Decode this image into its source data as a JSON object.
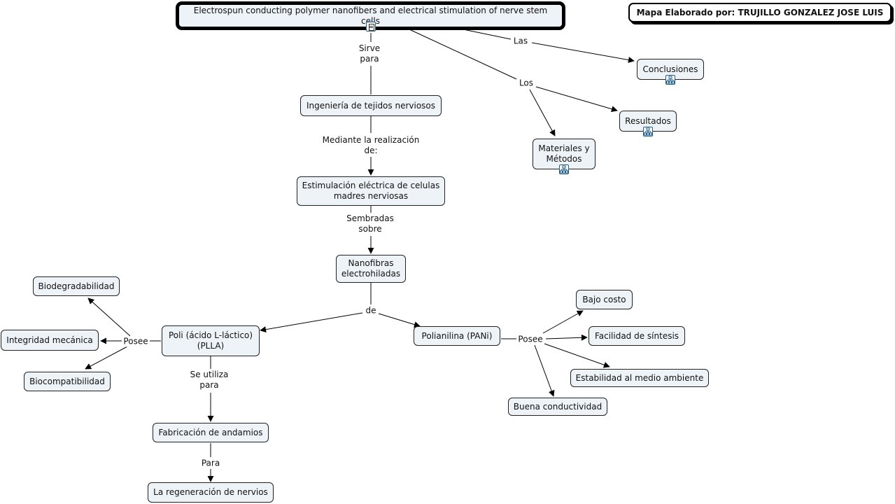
{
  "title": "Electrospun conducting polymer nanofibers and electrical stimulation of nerve stem cells",
  "author": "Mapa Elaborado por: TRUJILLO GONZALEZ JOSE LUIS",
  "nodes": {
    "conclusiones": "Conclusiones",
    "resultados": "Resultados",
    "materiales": "Materiales y Métodos",
    "ingenieria": "Ingeniería de tejidos nerviosos",
    "estimulacion": "Estimulación eléctrica de celulas madres nerviosas",
    "nanofibras": "Nanofibras electrohiladas",
    "biodegradabilidad": "Biodegradabilidad",
    "integridad": "Integridad mecánica",
    "biocompatibilidad": "Biocompatibilidad",
    "plla": "Poli (ácido L-láctico) (PLLA)",
    "fabricacion": "Fabricación de andamios",
    "regeneracion": "La regeneración de nervios",
    "polianilina": "Polianilina (PANi)",
    "bajo_costo": "Bajo costo",
    "facilidad": "Facilidad de síntesis",
    "estabilidad": "Estabilidad al medio ambiente",
    "buena": "Buena conductividad"
  },
  "links": {
    "las": "Las",
    "los": "Los",
    "sirve_para": "Sirve para",
    "mediante": "Mediante la realización de:",
    "sembradas": "Sembradas sobre",
    "de": "de",
    "posee_left": "Posee",
    "se_utiliza": "Se utiliza para",
    "para": "Para",
    "posee_right": "Posee"
  },
  "icons": {
    "title": "document-icon",
    "conclusiones": "concept-map-icon",
    "resultados": "concept-map-icon",
    "materiales": "concept-map-icon"
  }
}
